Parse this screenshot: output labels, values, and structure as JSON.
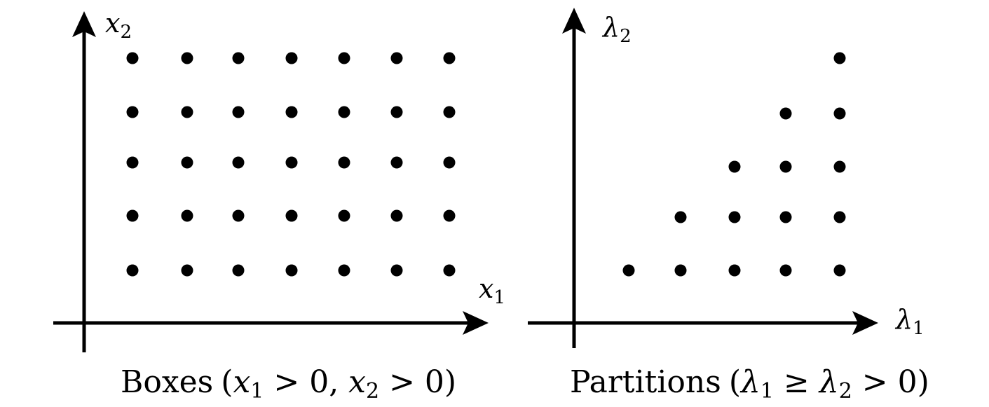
{
  "colors": {
    "background": "#ffffff",
    "ink": "#000000"
  },
  "left_panel": {
    "x_label_var": "x",
    "x_label_sub": "1",
    "y_label_var": "x",
    "y_label_sub": "2",
    "caption": {
      "word": "Boxes",
      "open": "(",
      "a_var": "x",
      "a_sub": "1",
      "a_rel": " > 0, ",
      "b_var": "x",
      "b_sub": "2",
      "b_rel": " > 0)"
    },
    "lattice": {
      "columns": 7,
      "rows": 5
    }
  },
  "right_panel": {
    "x_label_var": "λ",
    "x_label_sub": "1",
    "y_label_var": "λ",
    "y_label_sub": "2",
    "caption": {
      "word": "Partitions",
      "open": "(",
      "a_var": "λ",
      "a_sub": "1",
      "a_rel": " ≥ ",
      "b_var": "λ",
      "b_sub": "2",
      "b_rel": " > 0)"
    },
    "staircase": {
      "column_heights": [
        1,
        2,
        3,
        4,
        5
      ]
    }
  }
}
